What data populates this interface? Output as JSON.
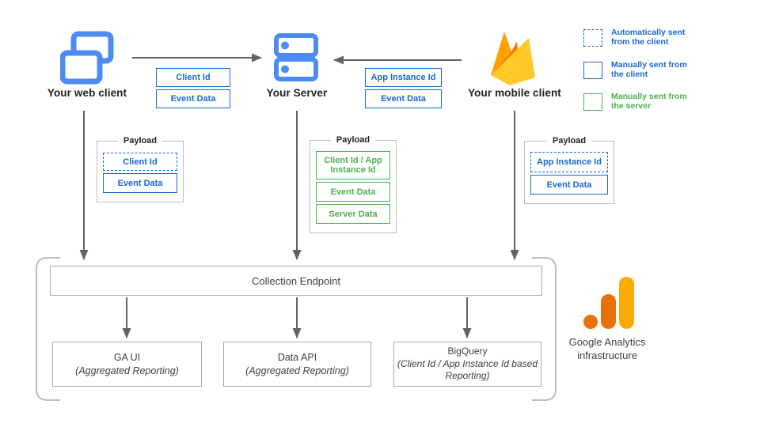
{
  "clients": {
    "web": {
      "label": "Your web client"
    },
    "server": {
      "label": "Your Server"
    },
    "mobile": {
      "label": "Your mobile client"
    }
  },
  "transfer": {
    "web_to_server": {
      "items": [
        {
          "label": "Client Id",
          "style": "solid-blue"
        },
        {
          "label": "Event Data",
          "style": "solid-blue"
        }
      ]
    },
    "mobile_to_server": {
      "items": [
        {
          "label": "App Instance Id",
          "style": "solid-blue"
        },
        {
          "label": "Event Data",
          "style": "solid-blue"
        }
      ]
    }
  },
  "payloads": {
    "web": {
      "title": "Payload",
      "items": [
        {
          "label": "Client Id",
          "style": "dashed-blue"
        },
        {
          "label": "Event Data",
          "style": "solid-blue"
        }
      ]
    },
    "server": {
      "title": "Payload",
      "items": [
        {
          "label": "Client Id / App Instance Id",
          "style": "solid-green"
        },
        {
          "label": "Event Data",
          "style": "solid-green"
        },
        {
          "label": "Server Data",
          "style": "solid-green"
        }
      ]
    },
    "mobile": {
      "title": "Payload",
      "items": [
        {
          "label": "App Instance Id",
          "style": "dashed-blue"
        },
        {
          "label": "Event Data",
          "style": "solid-blue"
        }
      ]
    }
  },
  "legend": {
    "items": [
      {
        "label": "Automatically sent from the client",
        "style": "dashed-blue"
      },
      {
        "label": "Manually sent from the client",
        "style": "solid-blue"
      },
      {
        "label": "Manually sent from the server",
        "style": "solid-green"
      }
    ]
  },
  "infrastructure": {
    "endpoint_label": "Collection Endpoint",
    "outputs": [
      {
        "title": "GA UI",
        "subtitle": "(Aggregated Reporting)"
      },
      {
        "title": "Data API",
        "subtitle": "(Aggregated Reporting)"
      },
      {
        "title": "BigQuery",
        "subtitle": "(Client Id / App Instance Id based Reporting)"
      }
    ],
    "caption": "Google Analytics infrastructure"
  },
  "icons": {
    "web": "browser-windows-icon",
    "server": "server-stack-icon",
    "mobile": "firebase-flame-icon",
    "infrastructure": "google-analytics-logo"
  },
  "colors": {
    "blue": "#1967D2",
    "icon_blue": "#4D8BF4",
    "green": "#4CAF50",
    "arrow_gray": "#5F6368",
    "border_gray": "#BDBDBD",
    "ga_orange": "#E8710A",
    "ga_amber": "#F9AB00",
    "firebase_yellow": "#FFCA28",
    "firebase_orange": "#FFA000",
    "firebase_deep_orange": "#F57C00"
  }
}
